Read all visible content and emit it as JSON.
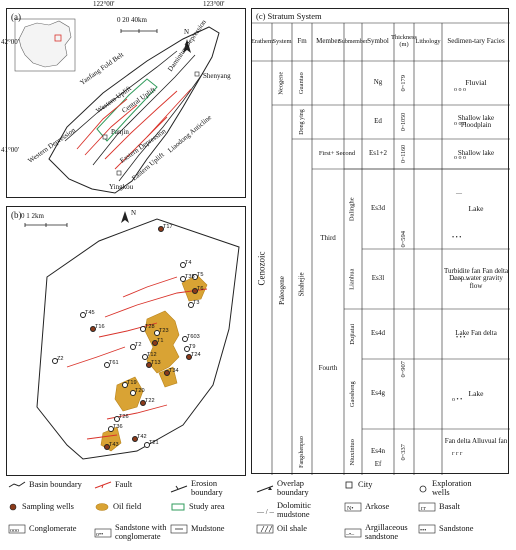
{
  "panel_a": {
    "label": "(a)",
    "lon_labels": [
      "122°00'",
      "123°00'"
    ],
    "lat_labels": [
      "42°00'",
      "41°00'"
    ],
    "scale": "0  20  40km",
    "north": "N",
    "features": {
      "yanfang": "Yanfang Fold Belt",
      "western_uplift": "Western Uplift",
      "central_uplift": "Central Uplift",
      "damintun": "Damintun Depression",
      "western_depression": "Western Depression",
      "eastern_depression": "Eastern Depression",
      "eastern_uplift": "Eastern Uplift",
      "liaodong": "Liaodong Anticline",
      "panjin": "Panjin",
      "shenyang": "Shenyang",
      "yingkou": "Yingkou"
    }
  },
  "panel_b": {
    "label": "(b)",
    "scale": "0   1   2km",
    "north": "N",
    "wells": [
      "T17",
      "T4",
      "T5",
      "T6",
      "T3",
      "T45",
      "T16",
      "T28",
      "T23",
      "T1",
      "T603",
      "T9",
      "T24",
      "T2",
      "T12",
      "T13",
      "T61",
      "Z2",
      "T34",
      "T19",
      "T20",
      "T22",
      "T36",
      "T26",
      "T42",
      "T21",
      "T35",
      "T43"
    ]
  },
  "panel_c": {
    "title": "(c)  Stratum System",
    "headers": {
      "erathem": "Erathem",
      "system": "System",
      "fm": "Fm",
      "member": "Member",
      "submember": "Submember",
      "symbol": "Symbol",
      "thickness": "Thickness (m)",
      "lithology": "Lithology",
      "facies": "Sedimen-tary Facies"
    },
    "erathem": "Cenozoic",
    "systems": [
      "Neogene",
      "Paleogene"
    ],
    "fms": [
      "Guantao",
      "Dong ying",
      "Shahejie",
      "Fangshenpao"
    ],
    "members": [
      "First+ Second",
      "Third",
      "Fourth"
    ],
    "submembers": [
      "Dalinghe",
      "Lianhua",
      "Dujiatai",
      "Gaosheng",
      "Niuxintuo"
    ],
    "rows": [
      {
        "symbol": "Ng",
        "thickness": "0~179",
        "facies": "Fluvial"
      },
      {
        "symbol": "Ed",
        "thickness": "0~1050",
        "facies": "Shallow lake Floodplain"
      },
      {
        "symbol": "Es1+2",
        "thickness": "0~1160",
        "facies": "Shallow lake"
      },
      {
        "symbol": "Es3d",
        "thickness": "",
        "facies": "Lake"
      },
      {
        "symbol": "Es3l",
        "thickness": "",
        "facies": "Turbidite fan Fan delta Deep water gravity flow"
      },
      {
        "symbol": "Es4d",
        "thickness": "",
        "facies": "Lake Fan delta"
      },
      {
        "symbol": "Es4g",
        "thickness": "",
        "facies": "Lake"
      },
      {
        "symbol": "Es4n",
        "thickness": "",
        "facies": "Fan delta Alluvual fan"
      },
      {
        "symbol": "Ef",
        "thickness": "0~337",
        "facies": ""
      }
    ],
    "thickness_spans": [
      "0~594",
      "0~907"
    ]
  },
  "legend": [
    {
      "icon": "basin-boundary",
      "label": "Basin boundary"
    },
    {
      "icon": "fault",
      "label": "Fault"
    },
    {
      "icon": "erosion-boundary",
      "label": "Erosion boundary"
    },
    {
      "icon": "overlap-boundary",
      "label": "Overlap boundary"
    },
    {
      "icon": "city",
      "label": "City"
    },
    {
      "icon": "exploration-wells",
      "label": "Exploration wells"
    },
    {
      "icon": "sampling-wells",
      "label": "Sampling wells"
    },
    {
      "icon": "oil-field",
      "label": "Oil field"
    },
    {
      "icon": "study-area",
      "label": "Study area"
    },
    {
      "icon": "dolomitic-mudstone",
      "label": "Dolomitic mudstone"
    },
    {
      "icon": "arkose",
      "label": "Arkose"
    },
    {
      "icon": "basalt",
      "label": "Basalt"
    },
    {
      "icon": "conglomerate",
      "label": "Conglomerate"
    },
    {
      "icon": "sandstone-with-conglomerate",
      "label": "Sandstone with conglomerate"
    },
    {
      "icon": "mudstone",
      "label": "Mudstone"
    },
    {
      "icon": "oil-shale",
      "label": "Oil shale"
    },
    {
      "icon": "argillaceous-sandstone",
      "label": "Argillaceous sandstone"
    },
    {
      "icon": "sandstone",
      "label": "Sandstone"
    }
  ],
  "colors": {
    "fault": "#d9332b",
    "oil": "#d9a334",
    "well": "#8b3a1a",
    "study": "#2f9b5b"
  }
}
